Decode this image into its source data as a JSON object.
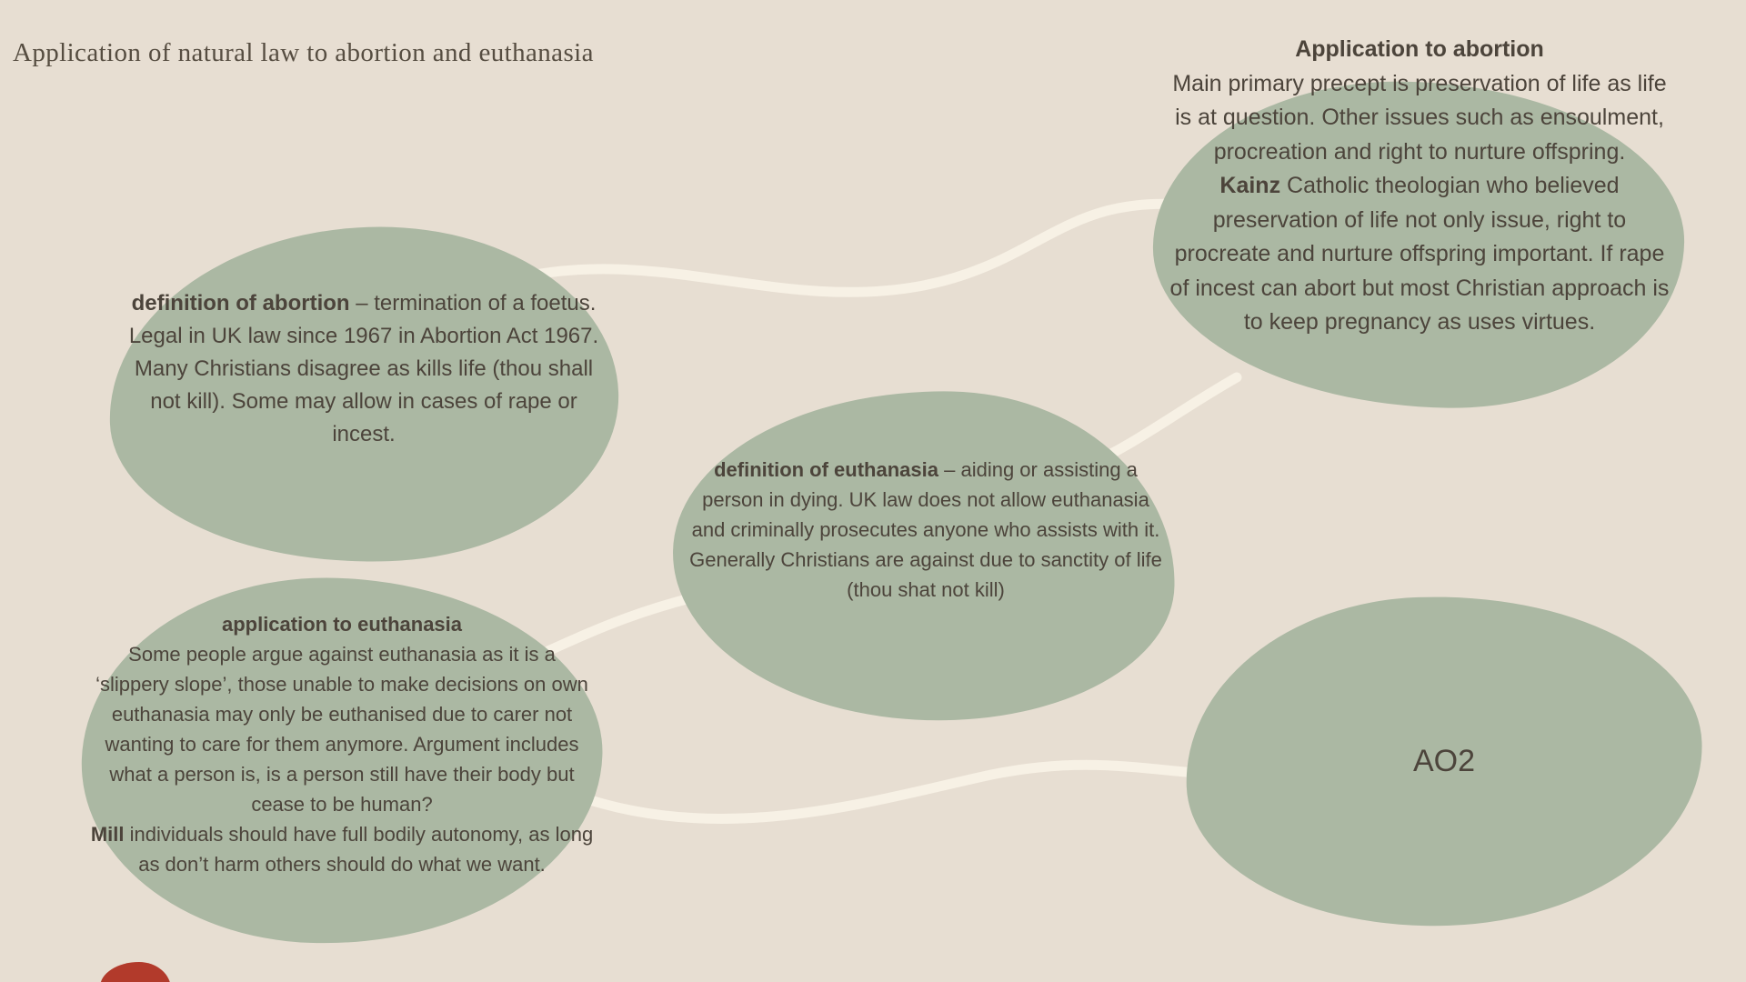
{
  "page": {
    "title": "Application of natural law to abortion and euthanasia"
  },
  "colors": {
    "background": "#e7ded2",
    "blob": "#abb8a3",
    "connector": "#f7f1e5",
    "text": "#4c443b",
    "title_color": "#564d41",
    "accent_red": "#b23a2b"
  },
  "nodes": {
    "application_abortion": {
      "heading": "Application to abortion",
      "body1": "Main primary precept is preservation of life as life is at question. Other issues such as ensoulment, procreation and right to nurture offspring.",
      "bold_term": "Kainz",
      "body2": " Catholic theologian who believed preservation of life not only issue, right to procreate and nurture offspring important. If rape of incest can abort but most Christian approach is to keep pregnancy as uses virtues."
    },
    "definition_abortion": {
      "bold_lead": "definition of abortion",
      "body": " – termination of a foetus. Legal in UK law since 1967 in Abortion Act 1967. Many Christians disagree as kills life (thou shall not kill). Some may allow in cases of rape or incest."
    },
    "definition_euthanasia": {
      "bold_lead": "definition of euthanasia",
      "body": " – aiding or assisting a person in dying. UK law does not allow euthanasia and criminally prosecutes anyone who assists with it. Generally Christians are against due to sanctity of life (thou shat not kill)"
    },
    "application_euthanasia": {
      "heading": "application to euthanasia",
      "body1": "Some people argue against euthanasia as it is a ‘slippery slope’, those unable to make decisions on own euthanasia may only be euthanised due to carer not wanting to care for them anymore. Argument includes what a person is, is a person still have their body but cease to be human?",
      "bold_term": "Mill",
      "body2": " individuals should have full bodily autonomy, as long as don’t harm others should do what we want."
    },
    "ao2": {
      "label": "AO2"
    }
  }
}
